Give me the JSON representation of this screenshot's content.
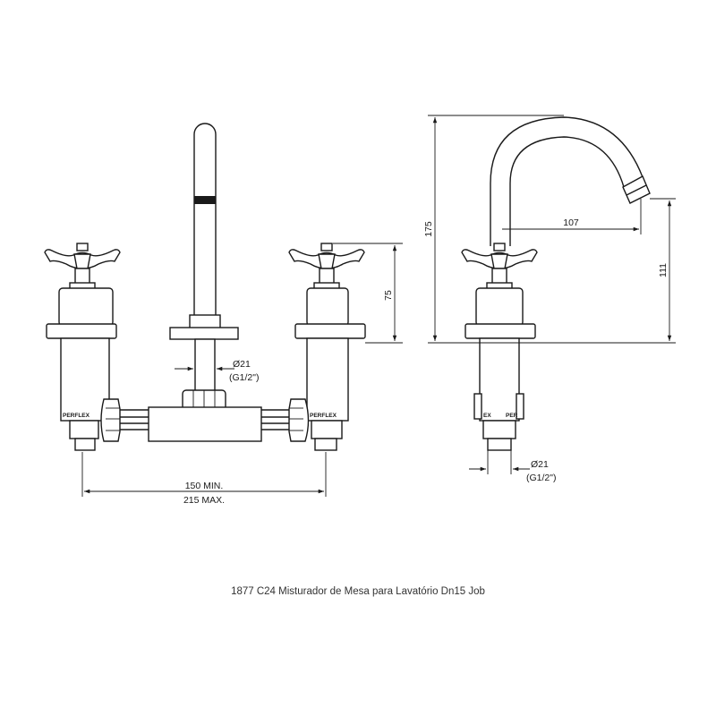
{
  "caption": "1877 C24 Misturador de Mesa para Lavatório Dn15 Job",
  "front_view": {
    "handle_height": "75",
    "inlet_diameter": "Ø21",
    "inlet_thread": "(G1/2\")",
    "spacing_min": "150 MIN.",
    "spacing_max": "215 MAX.",
    "brand_left": "PERFLEX",
    "brand_right": "PERFLEX"
  },
  "side_view": {
    "total_height": "175",
    "spout_reach": "107",
    "spout_height": "111",
    "inlet_diameter": "Ø21",
    "inlet_thread": "(G1/2\")",
    "brand_left": "ЕХ",
    "brand_right": "PER"
  }
}
